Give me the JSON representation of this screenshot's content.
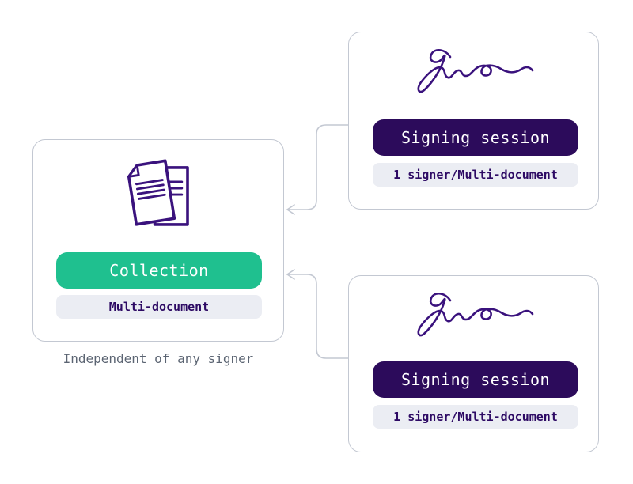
{
  "diagram": {
    "collection": {
      "button": "Collection",
      "badge": "Multi-document",
      "caption": "Independent of any signer",
      "icon": "documents-icon"
    },
    "sessions": [
      {
        "button": "Signing session",
        "badge": "1 signer/Multi-document",
        "icon": "signature-icon"
      },
      {
        "button": "Signing session",
        "badge": "1 signer/Multi-document",
        "icon": "signature-icon"
      }
    ],
    "connectors": [
      {
        "from": "session-top",
        "to": "collection",
        "style": "arrow-left-icon"
      },
      {
        "from": "session-bottom",
        "to": "collection",
        "style": "arrow-left-icon"
      }
    ],
    "colors": {
      "accent_green": "#1fc08f",
      "accent_dark_purple": "#2c0b5b",
      "ink_purple": "#3a127d",
      "badge_bg": "#ebedf3",
      "badge_text": "#2d0a64",
      "line_gray": "#c3c8d2",
      "caption_gray": "#5b6472"
    }
  }
}
